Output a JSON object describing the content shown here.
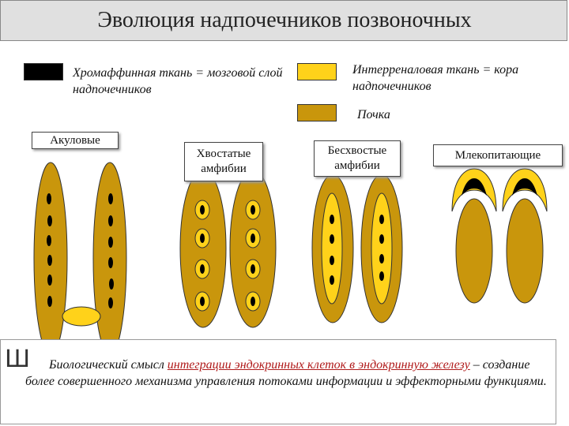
{
  "title": "Эволюция надпочечников позвоночных",
  "legend": {
    "chromaffin": "Хромаффинная ткань = мозговой слой надпочечников",
    "interrenal": "Интерреналовая ткань = кора надпочечников",
    "kidney": "Почка"
  },
  "groups": {
    "sharks": "Акуловые",
    "caudata": "Хвостатые амфибии",
    "anura": "Бесхвостые амфибии",
    "mammals": "Млекопитающие"
  },
  "bullet": "Ш",
  "conclusion": {
    "prefix": "Биологический смысл ",
    "highlight": "интеграции эндокринных клеток в эндокринную железу",
    "suffix": " – создание более совершенного механизма управления потоками информации и эффекторными функциями."
  },
  "colors": {
    "chromaffin": "#000000",
    "interrenal": "#ffd21a",
    "kidney": "#c9960c",
    "highlight": "#b01a1a"
  }
}
